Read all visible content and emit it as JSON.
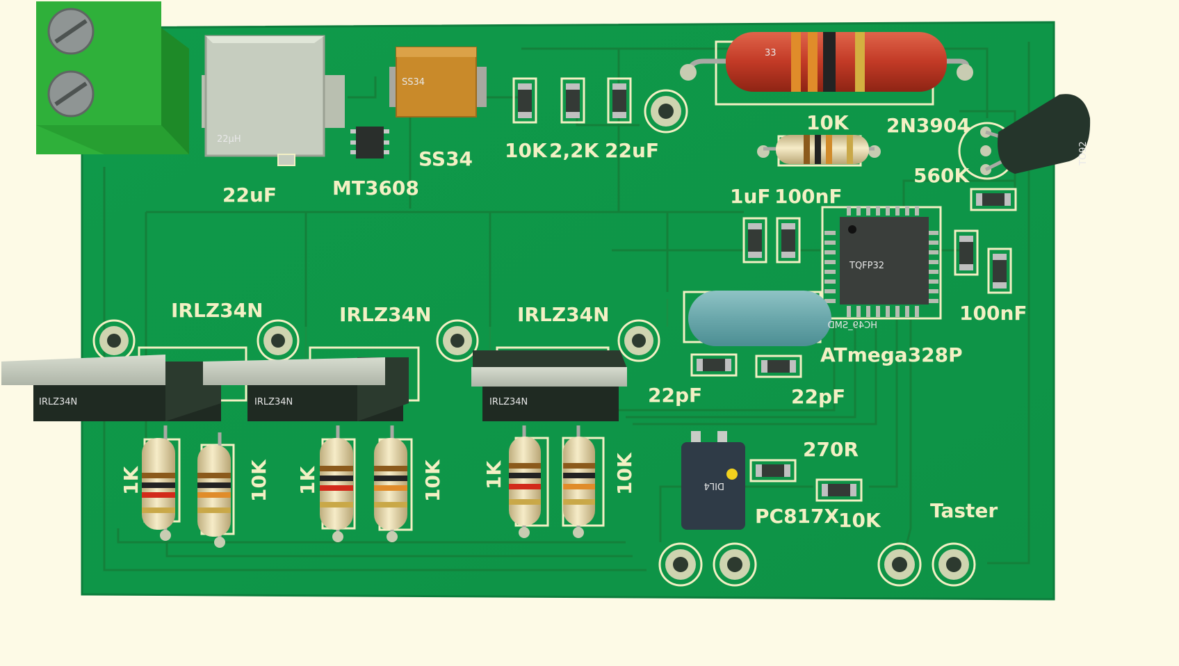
{
  "colors": {
    "background": "#fdfae6",
    "board": "#10984a",
    "board_edge": "#0c7d3c",
    "trace": "#14803a",
    "silkscreen": "#f3f0c4",
    "terminal_green": "#2fb03a",
    "pad": "#cfd4b0"
  },
  "icons": {
    "terminal": "screw-terminal-block",
    "pad": "through-hole-pad"
  },
  "labels": {
    "inductor": "22uF",
    "boost_ic": "MT3608",
    "diode": "SS34",
    "r_10k_top": "10K",
    "r_2k2": "2,2K",
    "c_22uf_top": "22uF",
    "r_10k_mid": "10K",
    "transistor": "2N3904",
    "r_560k": "560K",
    "c_1uf": "1uF",
    "c_100nf_top": "100nF",
    "c_100nf_right": "100nF",
    "mcu": "ATmega328P",
    "c_22pf_left": "22pF",
    "c_22pf_right": "22pF",
    "r_270r": "270R",
    "optocoupler": "PC817X",
    "r_10k_opto": "10K",
    "button": "Taster",
    "mosfet_1": "IRLZ34N",
    "mosfet_2": "IRLZ34N",
    "mosfet_3": "IRLZ34N",
    "r_1k_1": "1K",
    "r_10k_1": "10K",
    "r_1k_2": "1K",
    "r_10k_2": "10K",
    "r_1k_3": "1K",
    "r_10k_3": "10K"
  },
  "body_text": {
    "inductor_mark": "22µH",
    "diode_mark": "SS34",
    "power_resistor_mark": "33",
    "to92": "TO92",
    "qfp": "TQFP32",
    "crystal": "HC49_SMD",
    "dil": "DIL4",
    "mosfet_1": "IRLZ34N",
    "mosfet_2": "IRLZ34N",
    "mosfet_3": "IRLZ34N"
  }
}
